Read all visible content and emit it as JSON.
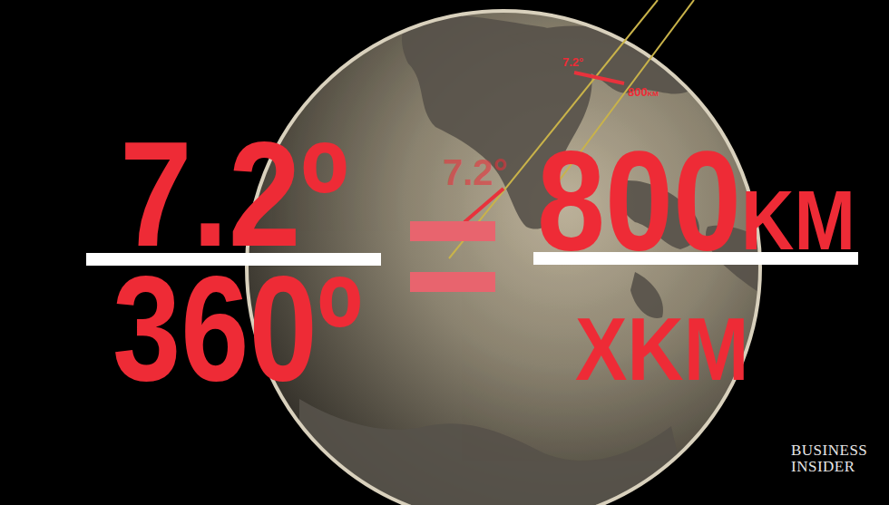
{
  "diagram": {
    "labels": [
      "7.2º",
      "360º",
      "800KM",
      "XKM",
      "7.2°",
      "800KM",
      "7.2°",
      "BUSINESS INSIDER"
    ]
  }
}
